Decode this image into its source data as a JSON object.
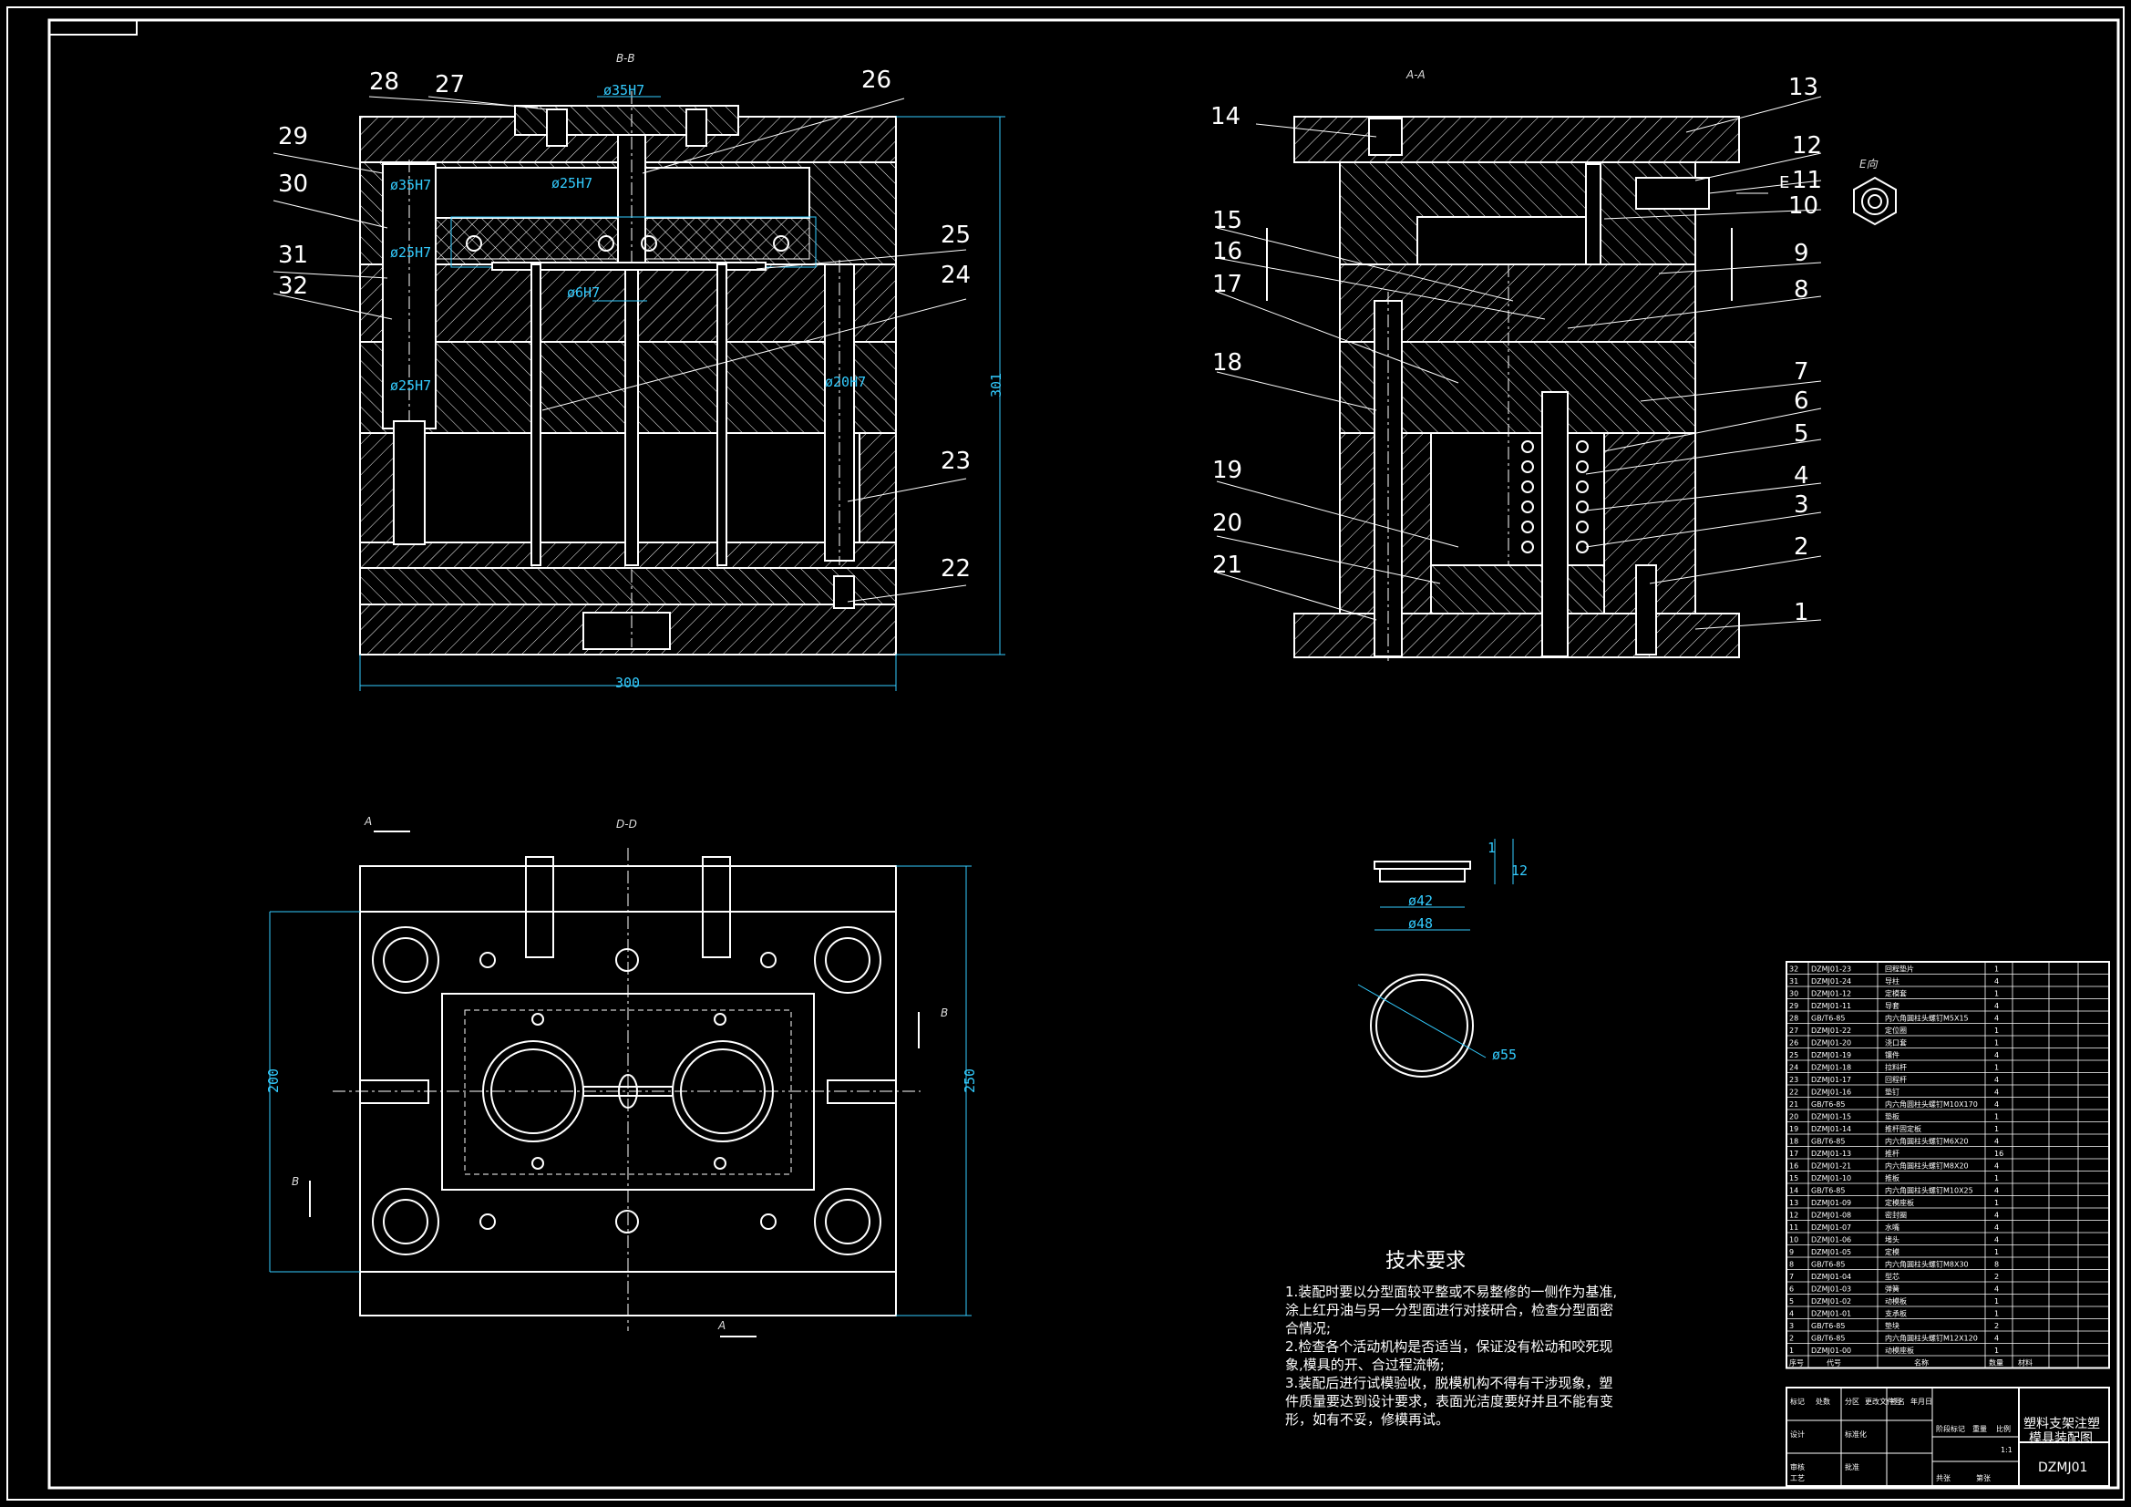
{
  "view_titles": {
    "bb": "B-B",
    "aa": "A-A",
    "dd": "D-D",
    "e_view": "E向"
  },
  "part_callouts_bb": [
    "28",
    "27",
    "26",
    "29",
    "30",
    "31",
    "32",
    "25",
    "24",
    "23",
    "22"
  ],
  "part_callouts_aa": [
    "14",
    "13",
    "12",
    "11",
    "10",
    "9",
    "8",
    "7",
    "6",
    "5",
    "4",
    "3",
    "2",
    "1",
    "15",
    "16",
    "17",
    "18",
    "19",
    "20",
    "21"
  ],
  "callout_e": "E",
  "dimensions": {
    "phi35_top": "ø35H7",
    "phi35_left": "ø35H7",
    "phi25_a": "ø25H7",
    "phi25_b": "ø25H7",
    "phi25_c": "ø25H7",
    "phi20": "ø20H7",
    "phi6": "ø6H7",
    "width300": "300",
    "height301": "301",
    "dd_200": "200",
    "dd_250": "250",
    "part_phi42": "ø42",
    "part_phi48": "ø48",
    "part_phi55": "ø55",
    "part_h1": "1",
    "part_h12": "12"
  },
  "section_marks": {
    "a": "A",
    "b": "B"
  },
  "tech_requirements": {
    "heading": "技术要求",
    "lines": [
      "1.装配时要以分型面较平整或不易整修的一侧作为基准,",
      "涂上红丹油与另一分型面进行对接研合，检查分型面密",
      "合情况;",
      "2.检查各个活动机构是否适当，保证没有松动和咬死现",
      "象,模具的开、合过程流畅;",
      "3.装配后进行试模验收，脱模机构不得有干涉现象，塑",
      "件质量要达到设计要求，表面光洁度要好并且不能有变",
      "形，如有不妥，修模再试。"
    ]
  },
  "bom_rows": [
    {
      "no": "32",
      "code": "DZMJ01-23",
      "name": "回程垫片",
      "qty": "1"
    },
    {
      "no": "31",
      "code": "DZMJ01-24",
      "name": "导柱",
      "qty": "4"
    },
    {
      "no": "30",
      "code": "DZMJ01-12",
      "name": "定模套",
      "qty": "1"
    },
    {
      "no": "29",
      "code": "DZMJ01-11",
      "name": "导套",
      "qty": "4"
    },
    {
      "no": "28",
      "code": "GB/T6-85",
      "name": "内六角圆柱头螺钉M5X15",
      "qty": "4"
    },
    {
      "no": "27",
      "code": "DZMJ01-22",
      "name": "定位圈",
      "qty": "1"
    },
    {
      "no": "26",
      "code": "DZMJ01-20",
      "name": "浇口套",
      "qty": "1"
    },
    {
      "no": "25",
      "code": "DZMJ01-19",
      "name": "镶件",
      "qty": "4"
    },
    {
      "no": "24",
      "code": "DZMJ01-18",
      "name": "拉料杆",
      "qty": "1"
    },
    {
      "no": "23",
      "code": "DZMJ01-17",
      "name": "回程杆",
      "qty": "4"
    },
    {
      "no": "22",
      "code": "DZMJ01-16",
      "name": "垫钉",
      "qty": "4"
    },
    {
      "no": "21",
      "code": "GB/T6-85",
      "name": "内六角圆柱头螺钉M10X170",
      "qty": "4"
    },
    {
      "no": "20",
      "code": "DZMJ01-15",
      "name": "垫板",
      "qty": "1"
    },
    {
      "no": "19",
      "code": "DZMJ01-14",
      "name": "推杆固定板",
      "qty": "1"
    },
    {
      "no": "18",
      "code": "GB/T6-85",
      "name": "内六角圆柱头螺钉M6X20",
      "qty": "4"
    },
    {
      "no": "17",
      "code": "DZMJ01-13",
      "name": "推杆",
      "qty": "16"
    },
    {
      "no": "16",
      "code": "DZMJ01-21",
      "name": "内六角圆柱头螺钉M8X20",
      "qty": "4"
    },
    {
      "no": "15",
      "code": "DZMJ01-10",
      "name": "推板",
      "qty": "1"
    },
    {
      "no": "14",
      "code": "GB/T6-85",
      "name": "内六角圆柱头螺钉M10X25",
      "qty": "4"
    },
    {
      "no": "13",
      "code": "DZMJ01-09",
      "name": "定模座板",
      "qty": "1"
    },
    {
      "no": "12",
      "code": "DZMJ01-08",
      "name": "密封圈",
      "qty": "4"
    },
    {
      "no": "11",
      "code": "DZMJ01-07",
      "name": "水嘴",
      "qty": "4"
    },
    {
      "no": "10",
      "code": "DZMJ01-06",
      "name": "堵头",
      "qty": "4"
    },
    {
      "no": "9",
      "code": "DZMJ01-05",
      "name": "定模",
      "qty": "1"
    },
    {
      "no": "8",
      "code": "GB/T6-85",
      "name": "内六角圆柱头螺钉M8X30",
      "qty": "8"
    },
    {
      "no": "7",
      "code": "DZMJ01-04",
      "name": "型芯",
      "qty": "2"
    },
    {
      "no": "6",
      "code": "DZMJ01-03",
      "name": "弹簧",
      "qty": "4"
    },
    {
      "no": "5",
      "code": "DZMJ01-02",
      "name": "动模板",
      "qty": "1"
    },
    {
      "no": "4",
      "code": "DZMJ01-01",
      "name": "支承板",
      "qty": "1"
    },
    {
      "no": "3",
      "code": "GB/T6-85",
      "name": "垫块",
      "qty": "2"
    },
    {
      "no": "2",
      "code": "GB/T6-85",
      "name": "内六角圆柱头螺钉M12X120",
      "qty": "4"
    },
    {
      "no": "1",
      "code": "DZMJ01-00",
      "name": "动模座板",
      "qty": "1"
    }
  ],
  "bom_header": {
    "no": "序号",
    "code": "代号",
    "name": "名称",
    "qty": "数量",
    "mat": "材料"
  },
  "title_block": {
    "title_line1": "塑料支架注塑",
    "title_line2": "模具装配图",
    "drawing_no": "DZMJ01",
    "scale": "1:1",
    "labels": [
      "标记",
      "处数",
      "分区",
      "更改文件号",
      "签名",
      "年月日",
      "设计",
      "标准化",
      "阶段标记",
      "重量",
      "比例",
      "审核",
      "工艺",
      "批准",
      "共张",
      "第张"
    ]
  }
}
